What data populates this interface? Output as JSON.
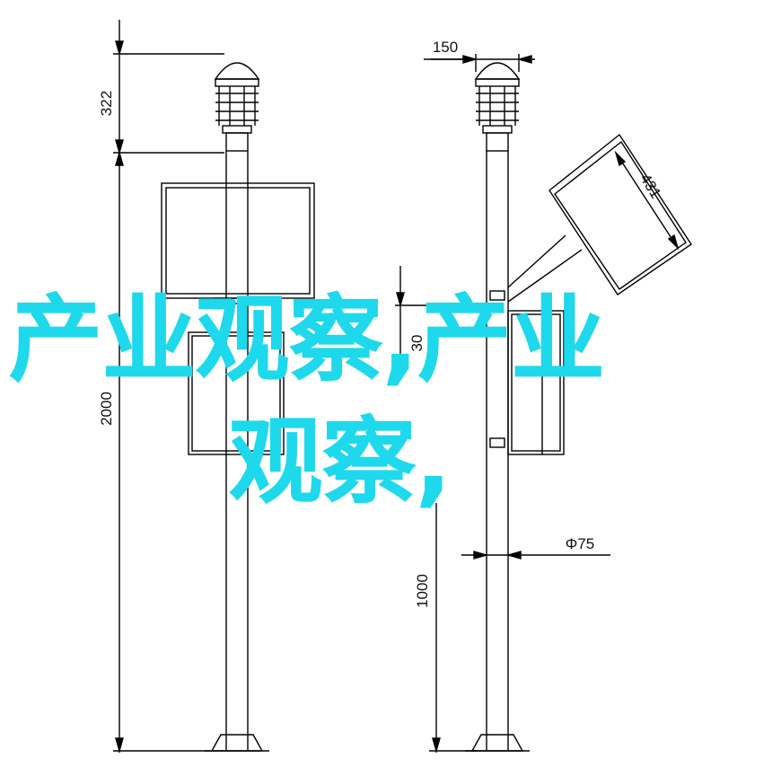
{
  "dimensions": {
    "mast_cap_height": "322",
    "total_height": "2000",
    "cap_width": "150",
    "panel_length": "431",
    "mid_height": "30",
    "pole_diameter": "Φ75",
    "lower_height": "1000"
  },
  "overlay": {
    "line1": "产业观察,产业",
    "line2": "观察,"
  },
  "colors": {
    "line": "#000000",
    "overlay_text": "#1ed8ec"
  }
}
